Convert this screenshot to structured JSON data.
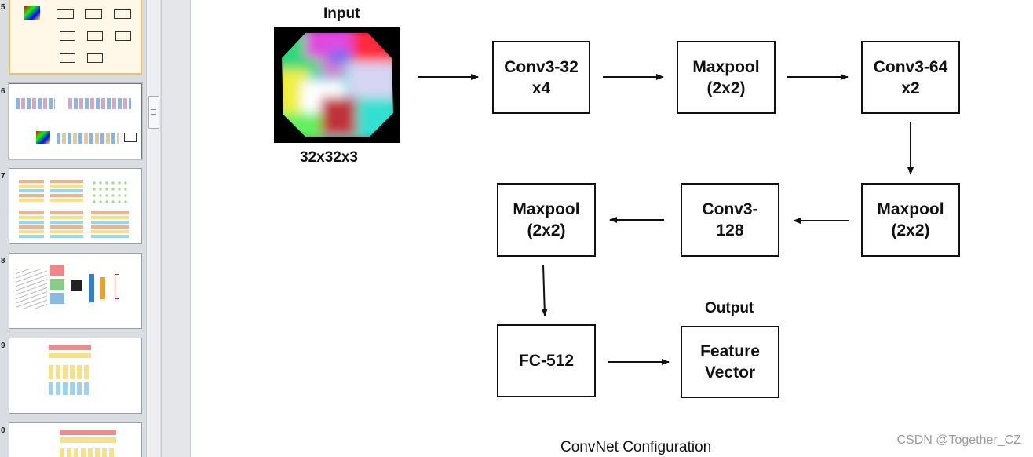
{
  "colors": {
    "panel_bg": "#d9dce1",
    "selected_border": "#e8c26a",
    "slide_bg": "#ffffff",
    "box_border": "#111111",
    "watermark": "#9a9a9a"
  },
  "thumbnails": [
    {
      "number": "5",
      "state": "selected"
    },
    {
      "number": "6",
      "state": "active"
    },
    {
      "number": "7",
      "state": "normal"
    },
    {
      "number": "8",
      "state": "normal"
    },
    {
      "number": "9",
      "state": "normal"
    },
    {
      "number": "0",
      "state": "normal"
    }
  ],
  "slide": {
    "input_title": "Input",
    "input_size": "32x32x3",
    "output_title": "Output",
    "boxes": {
      "conv1": "Conv3-32\nx4",
      "pool1": "Maxpool\n(2x2)",
      "conv2": "Conv3-64\nx2",
      "pool2": "Maxpool\n(2x2)",
      "conv3": "Conv3-\n128",
      "pool3": "Maxpool\n(2x2)",
      "fc": "FC-512",
      "feature": "Feature\nVector"
    },
    "caption": "ConvNet Configuration"
  },
  "watermark": "CSDN @Together_CZ"
}
